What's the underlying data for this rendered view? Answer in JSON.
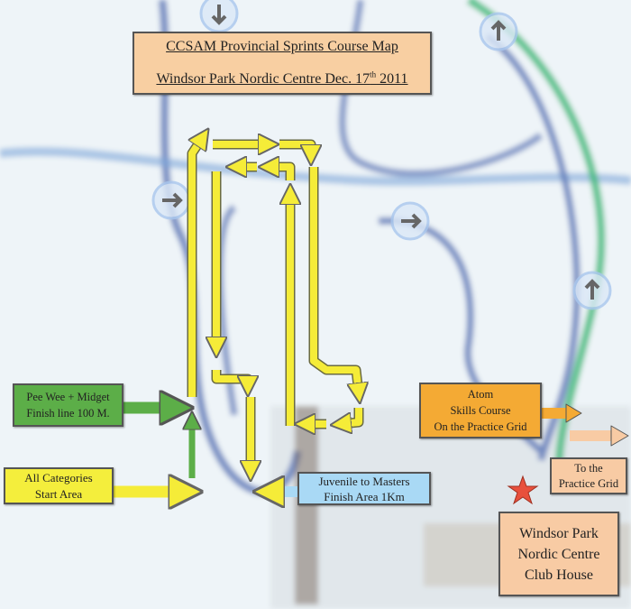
{
  "title": {
    "line1": "CCSAM Provincial Sprints Course Map",
    "line2_pre": "Windsor Park Nordic Centre Dec. 17",
    "line2_sup": "th",
    "line2_post": " 2011"
  },
  "labels": {
    "peewee": [
      "Pee Wee + Midget",
      "Finish line 100 M."
    ],
    "all_categories": [
      "All Categories",
      "Start Area"
    ],
    "juvenile": [
      "Juvenile to Masters",
      "Finish Area 1Km"
    ],
    "atom": [
      "Atom",
      "Skills Course",
      "On the Practice Grid"
    ],
    "practice_grid": [
      "To the",
      "Practice Grid"
    ],
    "club_house": [
      "Windsor Park",
      "Nordic Centre",
      "Club House"
    ]
  },
  "colors": {
    "route_yellow": "#f5ec38",
    "peewee_green": "#5cae48",
    "juvenile_blue": "#a9d9f5",
    "atom_orange": "#f4aa34",
    "peach": "#f8cba4",
    "trail_blue": "#5f79b8",
    "trail_green": "#3cb878",
    "star_red": "#e8503c"
  }
}
